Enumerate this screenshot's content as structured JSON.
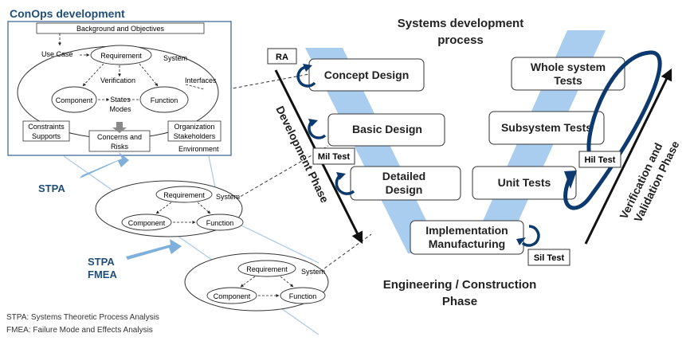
{
  "conops": {
    "title": "ConOps development",
    "background": "Background and Objectives",
    "use_case": "Use Case",
    "requirement": "Requirement",
    "system": "System",
    "verification": "Verification",
    "interfaces": "Interfaces",
    "component": "Component",
    "states": "States",
    "modes": "Modes",
    "function": "Function",
    "constraints": "Constraints",
    "supports": "Supports",
    "concerns": "Concerns and",
    "risks": "Risks",
    "organization": "Organization",
    "stakeholders": "Stakeholders",
    "environment": "Environment"
  },
  "analysis": {
    "stpa": "STPA",
    "stpa2": "STPA",
    "fmea": "FMEA",
    "requirement": "Requirement",
    "system": "System",
    "component": "Component",
    "function": "Function"
  },
  "vmodel": {
    "header_line1": "Systems development",
    "header_line2": "process",
    "ra": "RA",
    "concept_design": "Concept Design",
    "basic_design": "Basic Design",
    "mil_test": "Mil Test",
    "detailed_line1": "Detailed",
    "detailed_line2": "Design",
    "implementation_line1": "Implementation",
    "implementation_line2": "Manufacturing",
    "sil_test": "Sil Test",
    "unit_tests": "Unit Tests",
    "subsystem_tests": "Subsystem Tests",
    "hil_test": "Hil Test",
    "whole_line1": "Whole system",
    "whole_line2": "Tests",
    "development_phase": "Development Phase",
    "vv_line1": "Verification and",
    "vv_line2": "Validation Phase",
    "engineering_line1": "Engineering / Construction",
    "engineering_line2": "Phase"
  },
  "legend": {
    "stpa": "STPA:  Systems Theoretic Process Analysis",
    "fmea": "FMEA:  Failure Mode and Effects Analysis"
  },
  "colors": {
    "title_blue": "#1f4e79",
    "v_light_blue": "#a9cdef",
    "arrow_blue": "#7fb0dc",
    "cycle_navy": "#0d3a6e",
    "frame_blue": "#2f5f8f"
  }
}
